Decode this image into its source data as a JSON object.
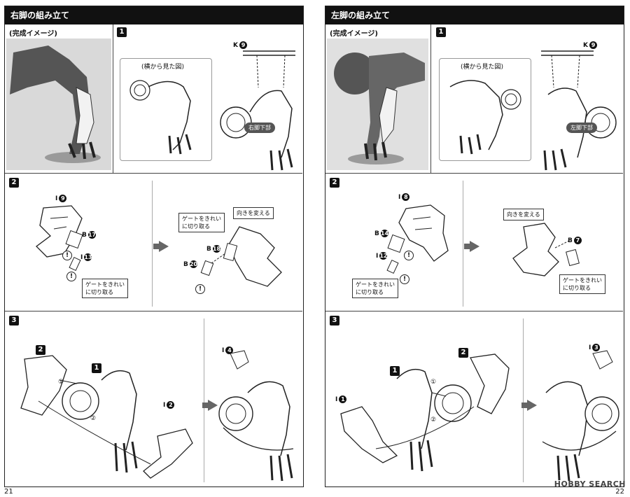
{
  "left": {
    "title": "右脚の組み立て",
    "page_number": "21",
    "panel1": {
      "completed_label": "(完成イメージ)",
      "step": "1",
      "side_view_label": "(横から見た図)",
      "part_letter": "K",
      "part_number": "9",
      "tag": "右脚下部"
    },
    "panel2": {
      "step": "2",
      "parts": [
        {
          "letter": "I",
          "number": "9"
        },
        {
          "letter": "B",
          "number": "17"
        },
        {
          "letter": "I",
          "number": "13"
        },
        {
          "letter": "B",
          "number": "18"
        },
        {
          "letter": "B",
          "number": "20"
        }
      ],
      "callout_gate_1": "ゲートをきれい\nに切り取る",
      "callout_gate_2": "ゲートをきれい\nに切り取る",
      "callout_direction": "向きを変える",
      "warning": "!"
    },
    "panel3": {
      "step": "3",
      "ref_2": "2",
      "ref_1": "1",
      "circle_1": "①",
      "circle_2": "②",
      "part_i2_letter": "I",
      "part_i2_number": "2",
      "part_i4_letter": "I",
      "part_i4_number": "4"
    }
  },
  "right": {
    "title": "左脚の組み立て",
    "page_number": "22",
    "panel1": {
      "completed_label": "(完成イメージ)",
      "step": "1",
      "side_view_label": "(横から見た図)",
      "part_letter": "K",
      "part_number": "9",
      "tag": "左脚下部"
    },
    "panel2": {
      "step": "2",
      "parts": [
        {
          "letter": "I",
          "number": "8"
        },
        {
          "letter": "B",
          "number": "14"
        },
        {
          "letter": "I",
          "number": "12"
        },
        {
          "letter": "B",
          "number": "7"
        }
      ],
      "callout_gate_1": "ゲートをきれい\nに切り取る",
      "callout_gate_2": "ゲートをきれい\nに切り取る",
      "callout_direction": "向きを変える",
      "warning": "!"
    },
    "panel3": {
      "step": "3",
      "ref_2": "2",
      "ref_1": "1",
      "circle_1": "①",
      "circle_2": "②",
      "part_i1_letter": "I",
      "part_i1_number": "1",
      "part_i3_letter": "I",
      "part_i3_number": "3"
    }
  },
  "watermark": "HOBBY SEARCH"
}
